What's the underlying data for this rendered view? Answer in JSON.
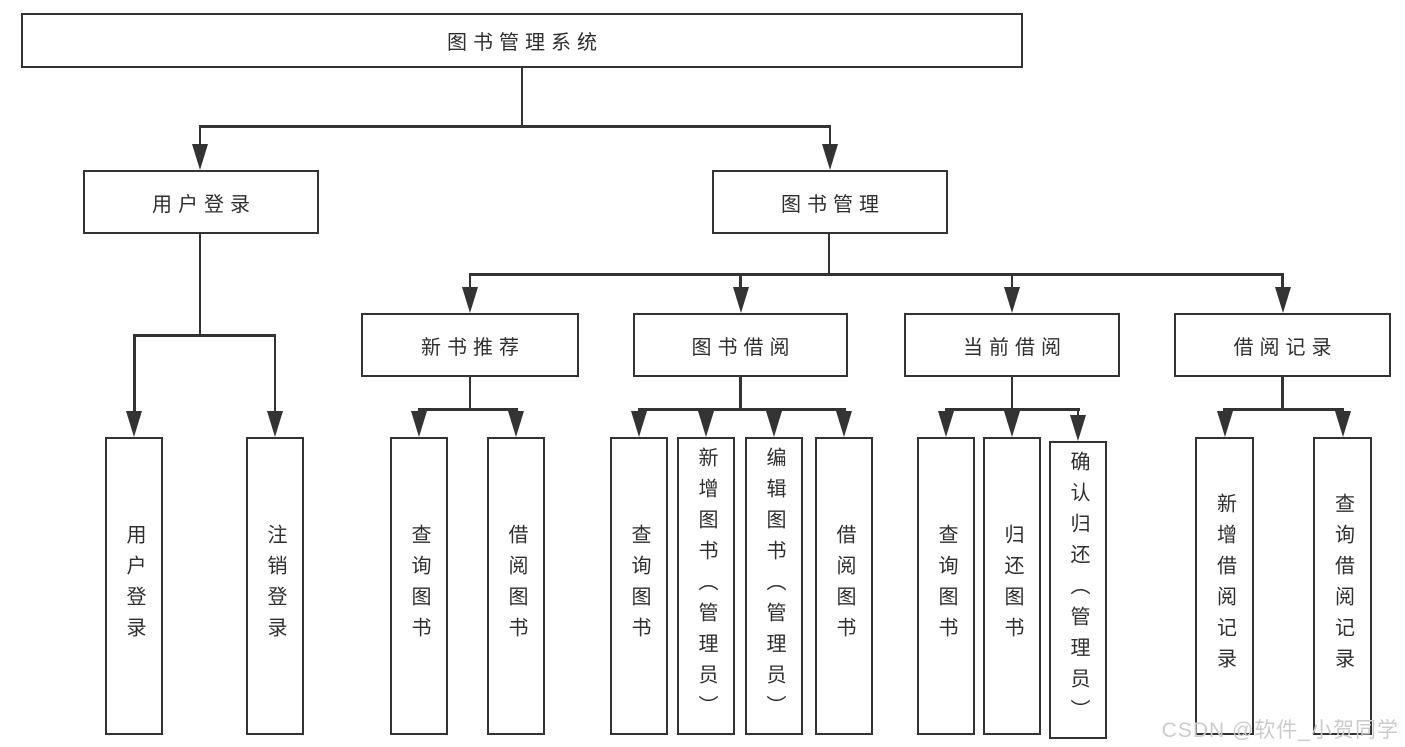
{
  "diagram": {
    "root": "图书管理系统",
    "level2": {
      "user_login": "用户登录",
      "book_management": "图书管理"
    },
    "level3": {
      "new_book_recommendation": "新书推荐",
      "book_borrowing": "图书借阅",
      "current_borrowing": "当前借阅",
      "borrowing_records": "借阅记录"
    },
    "leaves": {
      "user_login": [
        "用户登录",
        "注销登录"
      ],
      "new_book_recommendation": [
        "查询图书",
        "借阅图书"
      ],
      "book_borrowing": [
        "查询图书",
        "新增图书（管理员）",
        "编辑图书（管理员）",
        "借阅图书"
      ],
      "current_borrowing": [
        "查询图书",
        "归还图书",
        "确认归还（管理员）"
      ],
      "borrowing_records": [
        "新增借阅记录",
        "查询借阅记录"
      ]
    }
  },
  "watermark": "CSDN @软件_小贺同学",
  "colors": {
    "line": "#333333",
    "text": "#2f2f2f",
    "background": "#ffffff",
    "watermark": "#cbcbcb"
  }
}
